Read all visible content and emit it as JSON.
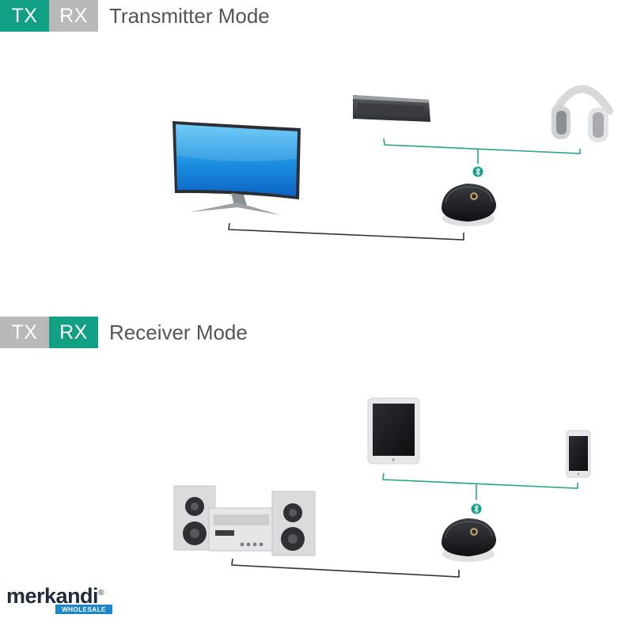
{
  "transmitter": {
    "tag_tx": "TX",
    "tag_rx": "RX",
    "title": "Transmitter Mode"
  },
  "receiver": {
    "tag_tx": "TX",
    "tag_rx": "RX",
    "title": "Receiver Mode"
  },
  "logo": {
    "name": "merkandi",
    "reg": "®",
    "sub": "WHOLESALE"
  },
  "colors": {
    "accent": "#12a085",
    "inactive": "#b9b9b9",
    "line_teal": "#27a58c",
    "line_dark": "#333333",
    "logo_blue": "#1d87c9"
  }
}
